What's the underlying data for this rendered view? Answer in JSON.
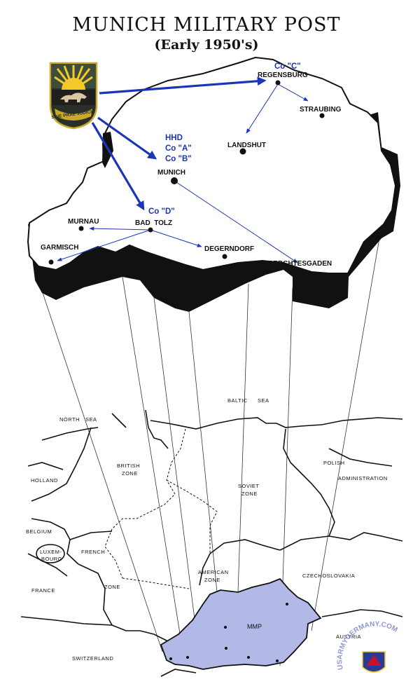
{
  "title": "MUNICH MILITARY POST",
  "subtitle": "(Early 1950's)",
  "colors": {
    "unit_text": "#1a35b8",
    "arrow": "#1a35b8",
    "mmp_fill": "#b3b9e6",
    "ink": "#111111",
    "watermark": "#8f97d4"
  },
  "insignia": {
    "motto": "SINE PRAE JUDICIO",
    "icon": "shield-insignia-icon"
  },
  "units": {
    "co_c": "Co \"C\"",
    "hhd": "HHD",
    "co_a": "Co \"A\"",
    "co_b": "Co \"B\"",
    "co_d": "Co \"D\""
  },
  "cities": {
    "regensburg": "REGENSBURG",
    "straubing": "STRAUBING",
    "landshut": "LANDSHUT",
    "munich": "MUNICH",
    "murnau": "MURNAU",
    "bad_tolz": "BAD  TOLZ",
    "garmisch": "GARMISCH",
    "degerndorf": "DEGERNDORF",
    "berchtesgaden": "BERCHTESGADEN"
  },
  "regions": {
    "north_sea_1": "NORTH",
    "north_sea_2": "SEA",
    "baltic_sea_1": "BALTIC",
    "baltic_sea_2": "SEA",
    "british_zone_1": "BRITISH",
    "british_zone_2": "ZONE",
    "holland": "HOLLAND",
    "belgium": "BELGIUM",
    "luxembourg_1": "LUXEM-",
    "luxembourg_2": "BOURG",
    "french": "FRENCH",
    "france": "FRANCE",
    "zone": "ZONE",
    "soviet_zone_1": "SOVIET",
    "soviet_zone_2": "ZONE",
    "polish": "POLISH",
    "administration": "ADMINISTRATION",
    "american_zone_1": "AMERICAN",
    "american_zone_2": "ZONE",
    "czechoslovakia": "CZECHOSLOVAKIA",
    "switzerland": "SWITZERLAND",
    "austria": "AUSTRIA",
    "mmp": "MMP"
  },
  "watermark": "USARMYGERMANY.COM"
}
